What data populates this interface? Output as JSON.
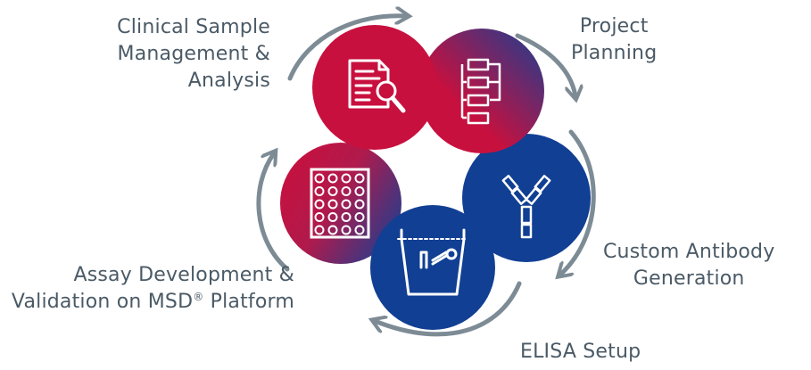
{
  "steps": {
    "clinical": {
      "line1": "Clinical Sample",
      "line2": "Management &",
      "line3": "Analysis",
      "icon": "document-magnifier-icon"
    },
    "planning": {
      "line1": "Project",
      "line2": "Planning",
      "icon": "flowchart-icon"
    },
    "antibody": {
      "line1": "Custom Antibody",
      "line2": "Generation",
      "icon": "antibody-icon"
    },
    "elisa": {
      "line1": "ELISA Setup",
      "icon": "elisa-well-icon"
    },
    "assay": {
      "line1": "Assay Development &",
      "line2_pre": "Validation on MSD",
      "line2_reg": "®",
      "line2_post": " Platform",
      "icon": "microplate-icon"
    }
  },
  "colors": {
    "red": "#c8103e",
    "blue": "#113f93",
    "arrow": "#7d8b95",
    "text": "#4a5a66"
  }
}
